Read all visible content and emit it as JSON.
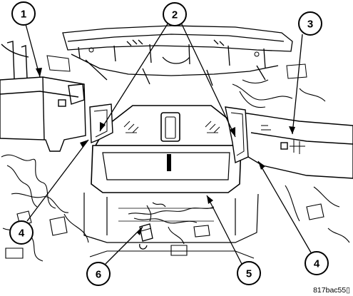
{
  "figure": {
    "figure_id": "817bac55▯",
    "callouts": [
      {
        "label": "1"
      },
      {
        "label": "2"
      },
      {
        "label": "3"
      },
      {
        "label": "4"
      },
      {
        "label": "4"
      },
      {
        "label": "5"
      },
      {
        "label": "6"
      }
    ]
  },
  "colors": {
    "line": "#000000",
    "background": "#ffffff"
  }
}
